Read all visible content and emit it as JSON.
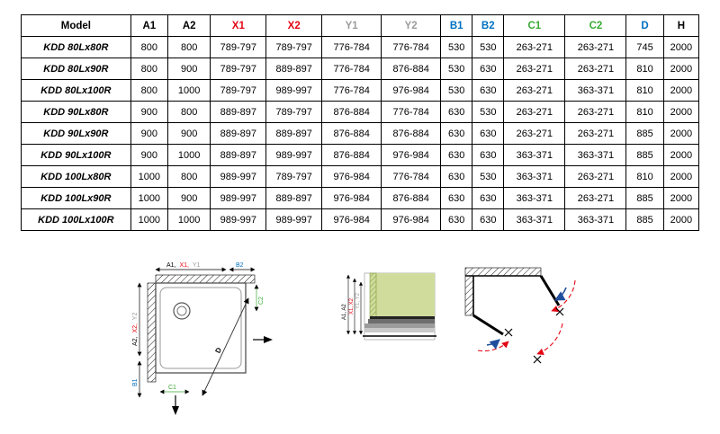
{
  "colors": {
    "red": "#e30613",
    "gray": "#9b9b9b",
    "blue": "#0070c0",
    "green": "#3aaa35",
    "black": "#000000",
    "wall_green_fill": "#cfdc9b"
  },
  "table": {
    "columns": [
      {
        "label": "Model",
        "color": "#000000"
      },
      {
        "label": "A1",
        "color": "#000000"
      },
      {
        "label": "A2",
        "color": "#000000"
      },
      {
        "label": "X1",
        "color": "#e30613"
      },
      {
        "label": "X2",
        "color": "#e30613"
      },
      {
        "label": "Y1",
        "color": "#9b9b9b"
      },
      {
        "label": "Y2",
        "color": "#9b9b9b"
      },
      {
        "label": "B1",
        "color": "#0070c0"
      },
      {
        "label": "B2",
        "color": "#0070c0"
      },
      {
        "label": "C1",
        "color": "#3aaa35"
      },
      {
        "label": "C2",
        "color": "#3aaa35"
      },
      {
        "label": "D",
        "color": "#0070c0"
      },
      {
        "label": "H",
        "color": "#000000"
      }
    ],
    "rows": [
      [
        "KDD 80Lx80R",
        "800",
        "800",
        "789-797",
        "789-797",
        "776-784",
        "776-784",
        "530",
        "530",
        "263-271",
        "263-271",
        "745",
        "2000"
      ],
      [
        "KDD 80Lx90R",
        "800",
        "900",
        "789-797",
        "889-897",
        "776-784",
        "876-884",
        "530",
        "630",
        "263-271",
        "263-271",
        "810",
        "2000"
      ],
      [
        "KDD 80Lx100R",
        "800",
        "1000",
        "789-797",
        "989-997",
        "776-784",
        "976-984",
        "530",
        "630",
        "263-271",
        "363-371",
        "810",
        "2000"
      ],
      [
        "KDD 90Lx80R",
        "900",
        "800",
        "889-897",
        "789-797",
        "876-884",
        "776-784",
        "630",
        "530",
        "263-271",
        "263-271",
        "810",
        "2000"
      ],
      [
        "KDD 90Lx90R",
        "900",
        "900",
        "889-897",
        "889-897",
        "876-884",
        "876-884",
        "630",
        "630",
        "263-271",
        "263-271",
        "885",
        "2000"
      ],
      [
        "KDD 90Lx100R",
        "900",
        "1000",
        "889-897",
        "989-997",
        "876-884",
        "976-984",
        "630",
        "630",
        "363-371",
        "363-371",
        "885",
        "2000"
      ],
      [
        "KDD 100Lx80R",
        "1000",
        "800",
        "989-997",
        "789-797",
        "976-984",
        "776-784",
        "630",
        "530",
        "363-371",
        "263-271",
        "810",
        "2000"
      ],
      [
        "KDD 100Lx90R",
        "1000",
        "900",
        "989-997",
        "889-897",
        "976-984",
        "876-884",
        "630",
        "630",
        "363-371",
        "263-271",
        "885",
        "2000"
      ],
      [
        "KDD 100Lx100R",
        "1000",
        "1000",
        "989-997",
        "989-997",
        "976-984",
        "976-984",
        "630",
        "630",
        "363-371",
        "363-371",
        "885",
        "2000"
      ]
    ]
  },
  "diagram_plan": {
    "a1": "A1,",
    "x1": "X1,",
    "y1": "Y1",
    "b2": "B2",
    "a2": "A2,",
    "x2": "X2,",
    "y2": "Y2",
    "c2": "C2",
    "c1": "C1",
    "b1": "B1",
    "d": "D"
  },
  "diagram_section": {
    "a": "A1, A2",
    "x": "X1, X2",
    "y": "Y1, Y2"
  }
}
